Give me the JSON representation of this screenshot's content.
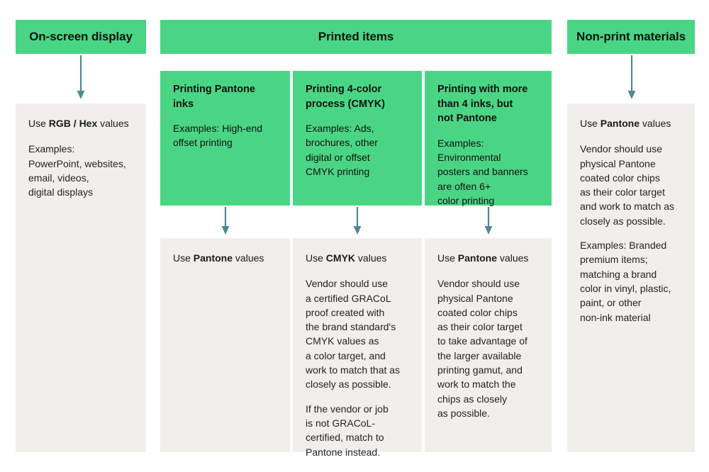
{
  "diagram": {
    "title_hidden": "",
    "colors": {
      "green": "#4ad585",
      "gray_box": "#f1efec",
      "arrow": "#4d8a92",
      "text": "#1d1d1b",
      "background": "#ffffff"
    }
  },
  "columns": {
    "onscreen": {
      "header": "On-screen display",
      "arrow_icon": "down-arrow-icon",
      "result": {
        "lead_prefix": "Use ",
        "lead_bold": "RGB / Hex",
        "lead_suffix": " values",
        "body": "Examples:\nPowerPoint, websites,\nemail, videos,\ndigital displays"
      }
    },
    "printed": {
      "header": "Printed items",
      "subcolumns": [
        {
          "title": "Printing Pantone inks",
          "examples": "Examples: High-end\noffset printing",
          "arrow_icon": "down-arrow-icon",
          "result": {
            "lead_prefix": "Use ",
            "lead_bold": "Pantone",
            "lead_suffix": " values",
            "paragraphs": []
          }
        },
        {
          "title": "Printing 4-color\nprocess (CMYK)",
          "examples": "Examples: Ads,\nbrochures, other\ndigital or offset\nCMYK printing",
          "arrow_icon": "down-arrow-icon",
          "result": {
            "lead_prefix": "Use ",
            "lead_bold": "CMYK",
            "lead_suffix": " values",
            "paragraphs": [
              "Vendor should use\na certified GRACoL\nproof created with\nthe brand standard's\nCMYK values as\na color target, and\nwork to match that as\nclosely as possible.",
              "If the vendor or job\nis not GRACoL-\ncertified, match to\nPantone instead."
            ]
          }
        },
        {
          "title": "Printing with more\nthan 4 inks, but\nnot Pantone",
          "examples": "Examples:\nEnvironmental\nposters and banners\nare often 6+\ncolor printing",
          "arrow_icon": "down-arrow-icon",
          "result": {
            "lead_prefix": "Use ",
            "lead_bold": "Pantone",
            "lead_suffix": " values",
            "paragraphs": [
              "Vendor should use\nphysical Pantone\ncoated color chips\nas their color target\nto take advantage of\nthe larger available\nprinting gamut, and\nwork to match the\nchips as closely\nas possible."
            ]
          }
        }
      ]
    },
    "nonprint": {
      "header": "Non-print materials",
      "arrow_icon": "down-arrow-icon",
      "result": {
        "lead_prefix": "Use ",
        "lead_bold": "Pantone",
        "lead_suffix": " values",
        "paragraphs": [
          "Vendor should use\nphysical Pantone\ncoated color chips\nas their color target\nand work to match as\nclosely as possible.",
          "Examples: Branded\npremium items;\nmatching a brand\ncolor in vinyl, plastic,\npaint, or other\nnon-ink material"
        ]
      }
    }
  }
}
